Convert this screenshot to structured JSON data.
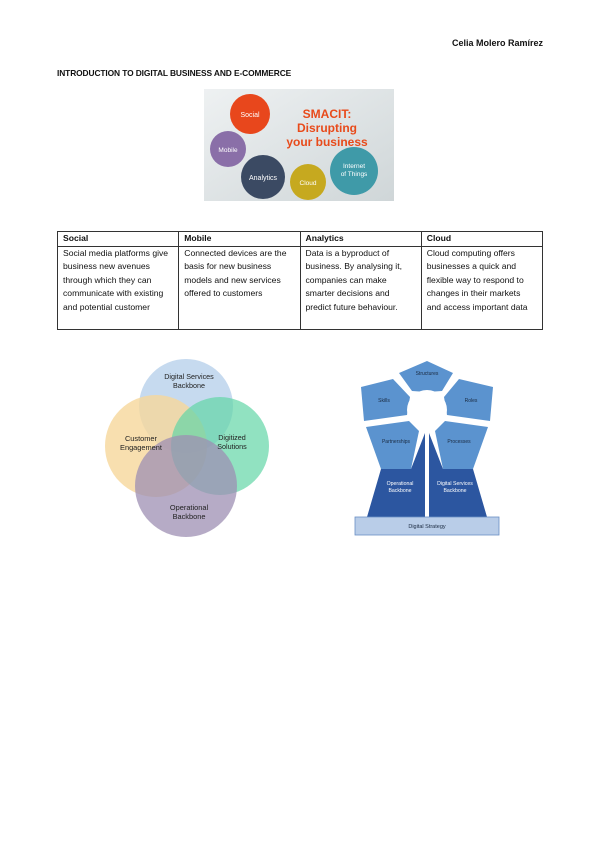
{
  "author": "Celia Molero Ramírez",
  "heading": "INTRODUCTION TO DIGITAL BUSINESS AND E-COMMERCE",
  "smacit": {
    "title_line1": "SMACIT:",
    "title_line2": "Disrupting",
    "title_line3": "your business",
    "bubbles": [
      "Social",
      "Mobile",
      "Analytics",
      "Cloud",
      "Internet",
      "of Things"
    ],
    "colors": {
      "social": "#e8471c",
      "mobile": "#8a6fa8",
      "analytics": "#3b4a63",
      "cloud": "#c6a91f",
      "iot": "#3f9aa8",
      "title": "#e84a1a"
    }
  },
  "table": {
    "headers": [
      "Social",
      "Mobile",
      "Analytics",
      "Cloud"
    ],
    "cells": [
      "Social media platforms give business new avenues through which they can communicate with existing and potential customer",
      "Connected devices are the basis for new business models and new services offered to customers",
      "Data is a byproduct of business. By analysing it, companies can make smarter decisions and predict future behaviour.",
      "Cloud computing offers businesses a quick and flexible way to respond to changes in their markets and access important data"
    ]
  },
  "venn": {
    "top_line1": "Digital Services",
    "top_line2": "Backbone",
    "left_line1": "Customer",
    "left_line2": "Engagement",
    "right_line1": "Digitized",
    "right_line2": "Solutions",
    "bottom_line1": "Operational",
    "bottom_line2": "Backbone",
    "colors": {
      "top": "#bcd3ec",
      "left": "#f6d79b",
      "right": "#63d6a6",
      "bottom": "#9d8fb3"
    }
  },
  "pyramid": {
    "petals": [
      "Structures",
      "Skills",
      "Roles",
      "Partnerships",
      "Processes"
    ],
    "left_base_line1": "Operational",
    "left_base_line2": "Backbone",
    "right_base_line1": "Digital Services",
    "right_base_line2": "Backbone",
    "foundation": "Digital Strategy",
    "colors": {
      "petal": "#5b93cf",
      "base": "#2c56a0",
      "foundation": "#b9cde8"
    }
  }
}
